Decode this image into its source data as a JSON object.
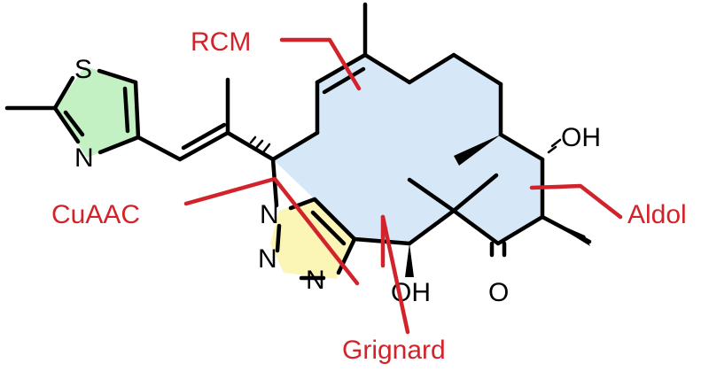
{
  "colors": {
    "ring_fill": "#d6e7f7",
    "thiazole_fill": "#c4f1c4",
    "triazole_fill": "#fbf5b6",
    "annotation": "#d2232a",
    "bond": "#000000"
  },
  "atoms": {
    "thiazole_s": "S",
    "thiazole_n": "N",
    "triazole_n1": "N",
    "triazole_n2": "N",
    "triazole_n3": "N",
    "oh_top": "OH",
    "oh_bottom": "OH",
    "ketone_o": "O"
  },
  "reactions": {
    "rcm": "RCM",
    "cuaac": "CuAAC",
    "aldol": "Aldol",
    "grignard": "Grignard"
  }
}
